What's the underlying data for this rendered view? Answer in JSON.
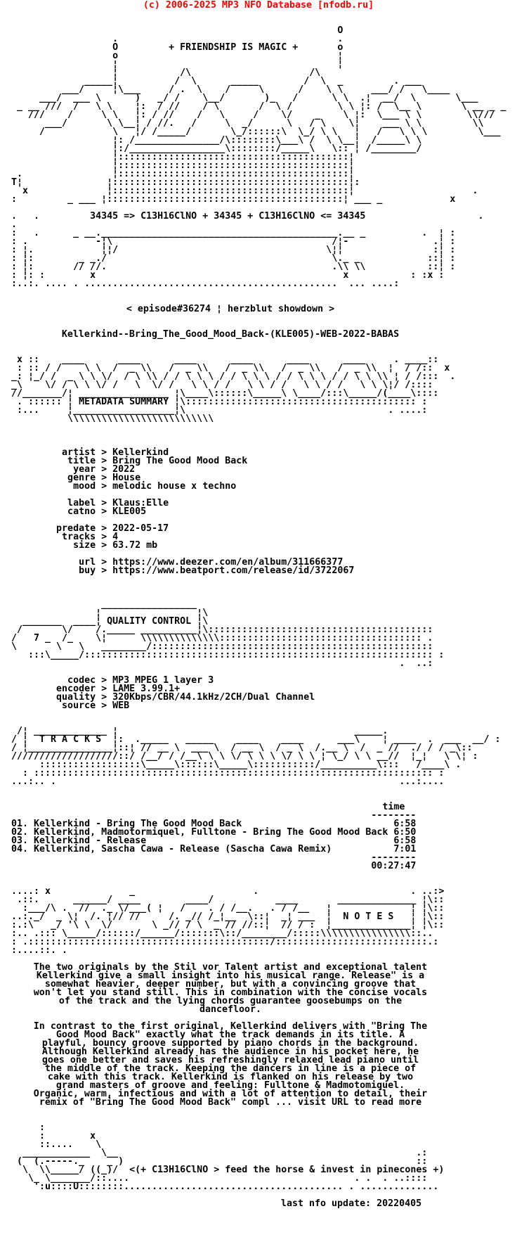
{
  "site_header": {
    "copyright": "(c) 2006-2025 MP3 NFO Database [nfodb.ru]",
    "accent_red": "#ff0000"
  },
  "nfo": {
    "header": {
      "slogan": "+ FRIENDSHIP IS MAGIC +",
      "formula_line": "34345 => C13H16ClNO + 34345 + C13H16ClNO <= 34345",
      "episode_line": "< episode#36274 ¦ herzblut showdown >",
      "release_name": "Kellerkind--Bring_The_Good_Mood_Back-(KLE005)-WEB-2022-BABAS"
    },
    "top_art": {
      "lines": [
        "                                                           O",
        "                   .                                       .",
        "                   O         + FRIENDSHIP IS MAGIC +       o",
        "                   o                                       ¦",
        "                   ¦                                       ¦",
        "                   ¦           /\\                     /\\",
        "              _____¦          /  \\      _____        /  \\  _         . ___",
        "          ___/     ¦\\___     / .  \\    /     \\      /    \\ \\     ___/ /   \\____",
        "      ___/  ___ \\      )   _/ /    \\__/       )_   /      \\ \\  .¦  __/  \\       \\___",
        "  _ __ ///  /   \\ \\    ¦:  / //    / \\       /  \\ /        \\ \\ ¦: /  \\__ \\       \\ __ _ _",
        "    ///    /     \\ \\   ¦: / //    /   \\     /    \\/    _    \\ ¦:  \\___ \\ \\        \\\\///",
        "       ___/       \\ \\__¦ / //.   /     \\  _/      \\   / \\    \\¦    ___ \\ \\         \\\\",
        "      /            \\   ¦/ /_____/       \\_/::::::\\  \\_/ \\ \\   ¦   /   \\ \\ \\         \\___",
        "                   ¦: /_______________/\\::::::::\\___\\ /  \\ \\__¦  /_____\\ \\",
        "                   ¦:/_________________\\::::::::/_____\\   \\:: ¦ /________/",
        "                   ¦:::::::::::::::::::::::::::::::::::::::::¦",
        "                   ¦:::::::::::::::::::::::::::::::::::::::::¦",
        "  .                ¦:::::::::::::::::::::::::::::::::::::::::¦",
        " T¦               ¦::::::::::::::::::::::::::::::::::::::::::¦:",
        "   x              ¦::::::::::::::::::::::::::::::::::::::::::¦                     .",
        " :         _ ___ ¦::::::::::::::::::::::::::::::::::::::::::¦ ___ _            x",
        "",
        " .   .         34345 => C13H16ClNO + 34345 + C13H16ClNO <= 34345                    .",
        " .",
        " :   .      _ __.__________________________________________.__ _          .  ¦ :",
        " : .            -¦\\                                       /¦-               .¦ :",
        " : ¦.            ¦¦/                                     \\¦¦                :¦ :",
        " : ¦:        _ _./                                        \\._ _            ::¦ :",
        " : ¦:       // //.                                        .\\\\ \\\\           ::¦ :",
        " : ¦: :        x                                            x           : :x :",
        " :..:. .... . .............................................  ... ....:"
      ]
    },
    "metadata": {
      "title_label": "METADATA SUMMARY",
      "banner_lines": [
        "  x ::    ____      ____      ____      ____      ____      ____     . ____::",
        "  : :: / /    \\ \\  /  _ \\\\   /  _ \\\\   /  _ \\\\   /  _ \\\\   /  _ \\\\  ¦  / /::  x",
        " _: ¦_/ /  _ \\ \\ \\/  / \\ \\\\ / / \\ \\ \\ / / \\ \\ \\ / / \\ \\ \\ / / \\ \\ \\\\ ¦ / /:::  .",
        " _\\    \\/ / \\ \\ \\/ /   \\  \\/ /   \\ \\ / /   \\ \\ / /   \\ \\ / /   \\ \\ \\¦/ /::::",
        " //_______/¦ ________________ ¦\\____\\::::::\\_____\\ \\____/:::\\_____/(____\\::::",
        "  . :::::: ¦ METADATA SUMMARY ¦\\::::::::::::::::::::::::::::::::::::::::: :",
        "  :...     ¦__________________¦\\                                    . ....:",
        "           \\\\\\\\\\\\\\\\\\\\\\\\\\\\\\\\\\\\\\\\\\\\\\\\\\\\"
      ],
      "field_groups": [
        [
          {
            "k": "artist",
            "v": "Kellerkind"
          },
          {
            "k": "title",
            "v": "Bring The Good Mood Back"
          },
          {
            "k": "year",
            "v": "2022"
          },
          {
            "k": "genre",
            "v": "House"
          },
          {
            "k": "mood",
            "v": "melodic house x techno"
          }
        ],
        [
          {
            "k": "label",
            "v": "Klaus:Elle"
          },
          {
            "k": "catno",
            "v": "KLE005"
          }
        ],
        [
          {
            "k": "predate",
            "v": "2022-05-17"
          },
          {
            "k": "tracks",
            "v": "4"
          },
          {
            "k": "size",
            "v": "63.72 mb"
          }
        ],
        [
          {
            "k": "url",
            "v": "https://www.deezer.com/en/album/311666377"
          },
          {
            "k": "buy",
            "v": "https://www.beatport.com/release/id/3722067"
          }
        ]
      ]
    },
    "quality": {
      "title_label": "QUALITY CONTROL",
      "banner_lines": [
        "                 _________________",
        "                ¦                 ¦\\",
        "   _______  ____¦ QUALITY CONTROL ¦\\",
        "  /       \\/    /._____ __________¦\\::::::::::::::::::::::::::::::::::::::::",
        " /   7 _  /_    \\¦      \\\\\\\\\\\\\\\\\\\\\\\\\\\\:::::::::::::::::::::::::::::::::::: .",
        " \\       \\   \\   ________/::::::::::::::::::::::::::::::::::::::::::::::::::",
        "    :::\\_____/:::::::::::::::::::::::::::::::::::::::::::::::::::::::::::::: :",
        "                                                                      .  ..:"
      ],
      "field_groups": [
        [
          {
            "k": "codec",
            "v": "MP3 MPEG 1 layer 3"
          },
          {
            "k": "encoder",
            "v": "LAME 3.99.1+"
          },
          {
            "k": "quality",
            "v": "320Kbps/CBR/44.1kHz/2CH/Dual Channel"
          },
          {
            "k": "source",
            "v": "WEB"
          }
        ]
      ]
    },
    "tracks": {
      "title_label": "T R A C K S",
      "banner_lines": [
        "  /¦ _____________ ¦                                          _____.",
        " / ¦  T R A C K S  ¦:  ._____   _____    ____    ____      ___\\    ¦ ____  .  ___  __/ :",
        " / ¦_______________¦::¦ // __ \\  ___ \\  / __ \\  / _ \\  /.__ \\  /  _ //  ./ / / _\\::",
        " ///////////////////::/ /__/ / /__\\ \\ \\ \\/ \\ \\ \\ \\/ \\ \\ ¦ \\_/ \\ \\ __//  ¦_¦   \\ \\¦ :",
        "      ::::::::::::::::::\\_____\\::::::\\_____\\:::::::::::/__________\\:::   /____\\ .",
        "   : ::::::::::::::::::::::::::::::::::::::::::::::::::::::::::::::::::::::: :",
        " ...:.. .                                                             ...:...."
      ],
      "time_header": "time",
      "separator": "--------",
      "list": [
        {
          "num": "01",
          "title": "Kellerkind - Bring The Good Mood Back",
          "time": "6:58"
        },
        {
          "num": "02",
          "title": "Kellerkind, Madmotormiquel, Fulltone - Bring The Good Mood Back",
          "time": "6:50"
        },
        {
          "num": "03",
          "title": "Kellerkind - Release",
          "time": "6:58"
        },
        {
          "num": "04",
          "title": "Kellerkind, Sascha Cawa - Release (Sascha Cawa Remix)",
          "time": "7:01"
        }
      ],
      "total_time": "00:27:47"
    },
    "notes": {
      "title_label": "N O T E S",
      "banner_lines": [
        " ....: x              _                     .                           . ..:>",
        "  .::.      ______/ ____        ____/           ____       ______________ ¦\\::",
        "   :___/\\ .  //  ._ \\/___( ¦   /    . / /__.   . / /__   ¦              ¦ ¦\\::",
        " ..:._/  _ \\¦  /. ¦// //     /. _// /_¦__  \\::¦  _¦ ___  ¦  N O T E S   ¦ ¦\\::",
        " :.:\\   _/ '\\ \\  \\/       \\ _// / \\  _ // //::¦  // / :  ¦______________¦ ¦\\::",
        " :.. .::: \\_____/::::::/______/:::::::\\::/________/:::::\\\\\\\\\\\\\\\\\\\\\\\\\\\\\\\\::..",
        " : .:::::::::::::::::::::::::::::::::::::::::::/:::::::::::::::::::::::::::.:",
        " :....::. ."
      ],
      "paragraphs": [
        [
          "The two originals by the Stil vor Talent artist and exceptional talent",
          "Kellerkind give a small insight into his musical range. Release\" is a",
          "somewhat heavier, deeper number, but with a convincing groove that",
          "won't let you stand still. This in combination with the concise vocals",
          "of the track and the lying chords guarantee goosebumps on the",
          "dancefloor."
        ],
        [
          "In contrast to the first original, Kellerkind delivers with \"Bring The",
          "Good Mood Back\" exactly what the track demands in its title. A",
          "playful, bouncy groove supported by piano chords in the background.",
          "Although Kellerkind already has the audience in his pocket here, he",
          "goes one better and saves his refreshingly relaxed lead piano until",
          "the middle of the track. Keeping the dancers in line is a piece of",
          "cake with this track. Kellerkind is flanked on his release by two",
          "grand masters of groove and feeling: Fulltone & Madmotomiquel.",
          "Organic, warm, infectious and with a lot of attention to detail, their",
          "remix of \"Bring The Good Mood Back\" compl ... visit URL to read more"
        ]
      ]
    },
    "footer": {
      "slogan_line": "<(+ C13H16ClNO > feed the horse & invest in pinecones +)",
      "art_lines": [
        "      :",
        "      :        x",
        "      ::....    \\",
        "   ____________  \\__                                                     .:",
        "  (  (.-----._    _ )                                                    ::",
        "   \\  \\\\_____/ ((_)/  <(+ C13H16ClNO > feed the horse & invest in pinecones +)",
        "    \\_ \\_______/::....                                        . .  . ..::::",
        "     ':u::::U::::::::....................................... . .............."
      ],
      "last_update": "last nfo update: 20220405"
    }
  }
}
